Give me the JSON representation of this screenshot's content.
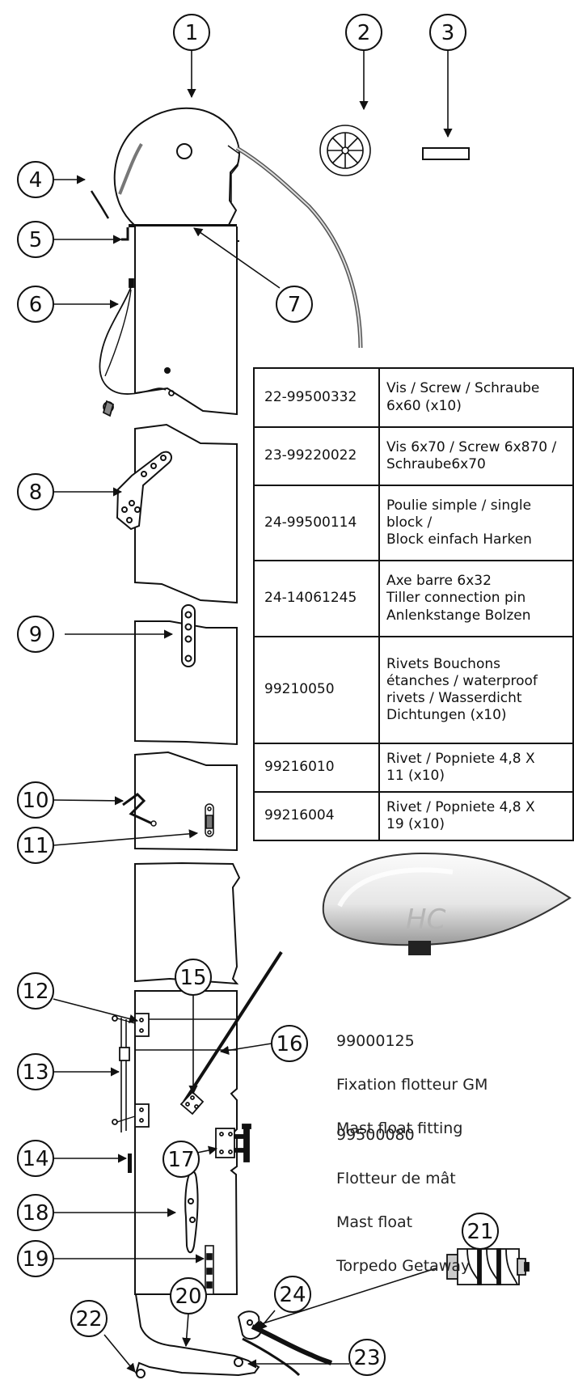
{
  "callouts": [
    "1",
    "2",
    "3",
    "4",
    "5",
    "6",
    "7",
    "8",
    "9",
    "10",
    "11",
    "12",
    "13",
    "14",
    "15",
    "16",
    "17",
    "18",
    "19",
    "20",
    "21",
    "22",
    "23",
    "24"
  ],
  "parts_table": {
    "rows": [
      {
        "ref": "22-99500332",
        "desc": "Vis / Screw / Schraube\n6x60 (x10)"
      },
      {
        "ref": "23-99220022",
        "desc": "Vis 6x70 / Screw 6x870 /\nSchraube6x70"
      },
      {
        "ref": "24-99500114",
        "desc": "Poulie simple / single\nblock /\nBlock einfach Harken"
      },
      {
        "ref": "24-14061245",
        "desc": "Axe barre 6x32\nTiller connection pin\nAnlenkstange Bolzen"
      },
      {
        "ref": "99210050",
        "desc": "Rivets Bouchons\nétanches / waterproof\nrivets / Wasserdicht\nDichtungen (x10)"
      },
      {
        "ref": "99216010",
        "desc": "Rivet / Popniete 4,8 X\n11 (x10)"
      },
      {
        "ref": "99216004",
        "desc": "Rivet / Popniete 4,8 X\n19 (x10)"
      }
    ]
  },
  "mast_float_fitting": {
    "code": "99000125",
    "line1": "Fixation flotteur GM",
    "line2": "Mast float fitting"
  },
  "mast_float": {
    "code": "99500080",
    "line1": "Flotteur de mât",
    "line2": "Mast float",
    "line3": "Torpedo Getaway"
  },
  "float_logo": "HC"
}
